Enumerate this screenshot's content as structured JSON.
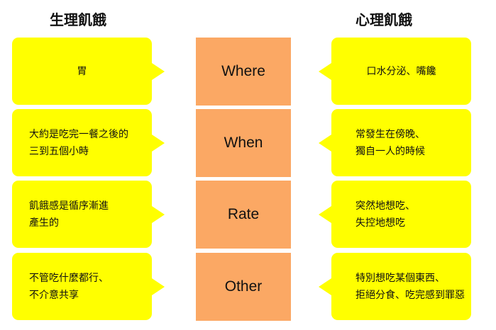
{
  "headings": {
    "left": "生理飢餓",
    "right": "心理飢餓"
  },
  "rows": [
    {
      "label": "Where",
      "physical": "胃",
      "psychological": "口水分泌、嘴饞"
    },
    {
      "label": "When",
      "physical": "大約是吃完一餐之後的\n三到五個小時",
      "psychological": "常發生在傍晚、\n獨自一人的時候"
    },
    {
      "label": "Rate",
      "physical": "飢餓感是循序漸進\n產生的",
      "psychological": "突然地想吃、\n失控地想吃"
    },
    {
      "label": "Other",
      "physical": "不管吃什麼都行、\n不介意共享",
      "psychological": "特別想吃某個東西、\n拒絕分食、吃完感到罪惡"
    }
  ],
  "colors": {
    "bubble": "#ffff00",
    "center_box": "#fba864",
    "text": "#111111"
  }
}
